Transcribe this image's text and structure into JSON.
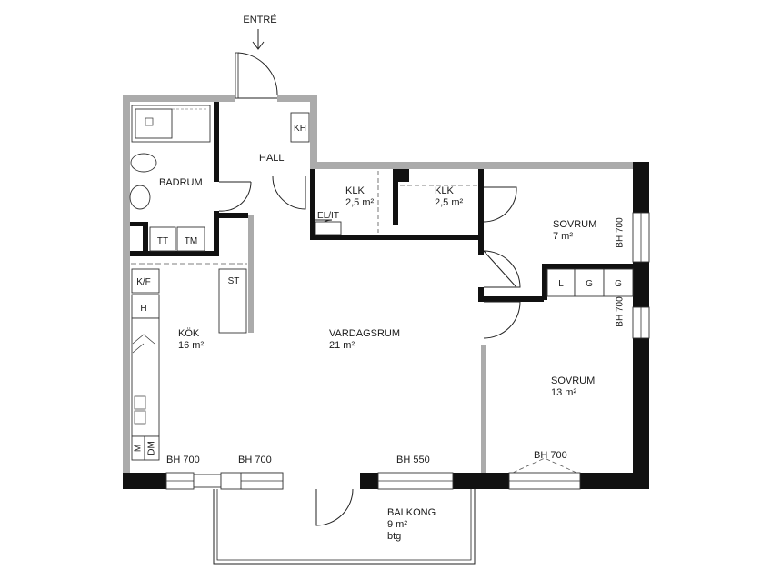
{
  "entrance": {
    "label": "ENTRÉ"
  },
  "rooms": {
    "bathroom": {
      "name": "BADRUM"
    },
    "hall": {
      "name": "HALL"
    },
    "closet_1": {
      "name": "KLK",
      "area": "2,5 m²"
    },
    "closet_2": {
      "name": "KLK",
      "area": "2,5 m²"
    },
    "kitchen": {
      "name": "KÖK",
      "area": "16 m²"
    },
    "living_room": {
      "name": "VARDAGSRUM",
      "area": "21 m²"
    },
    "bedroom_small": {
      "name": "SOVRUM",
      "area": "7 m²"
    },
    "bedroom_large": {
      "name": "SOVRUM",
      "area": "13 m²"
    },
    "balcony": {
      "name": "BALKONG",
      "area": "9 m²",
      "note": "btg"
    }
  },
  "fixtures": {
    "coat_hanger": "KH",
    "electrical_it": "EL/IT",
    "tumble_dryer": "TT",
    "washing_machine": "TM",
    "storage": "ST",
    "fridge_freezer": "K/F",
    "wall_cabinet": "H",
    "microwave": "M",
    "dishwasher": "DM",
    "wardrobe_l": "L",
    "wardrobe_g1": "G",
    "wardrobe_g2": "G"
  },
  "windows": {
    "kitchen_window": "BH 700",
    "living_window_left": "BH 700",
    "living_window_right": "BH 550",
    "bedroom_large_window": "BH 700",
    "bedroom_small_side_window": "BH 700",
    "bedroom_large_side_window": "BH 700"
  },
  "colors": {
    "interior_wall": "#ababab",
    "exterior_wall": "#111111"
  }
}
